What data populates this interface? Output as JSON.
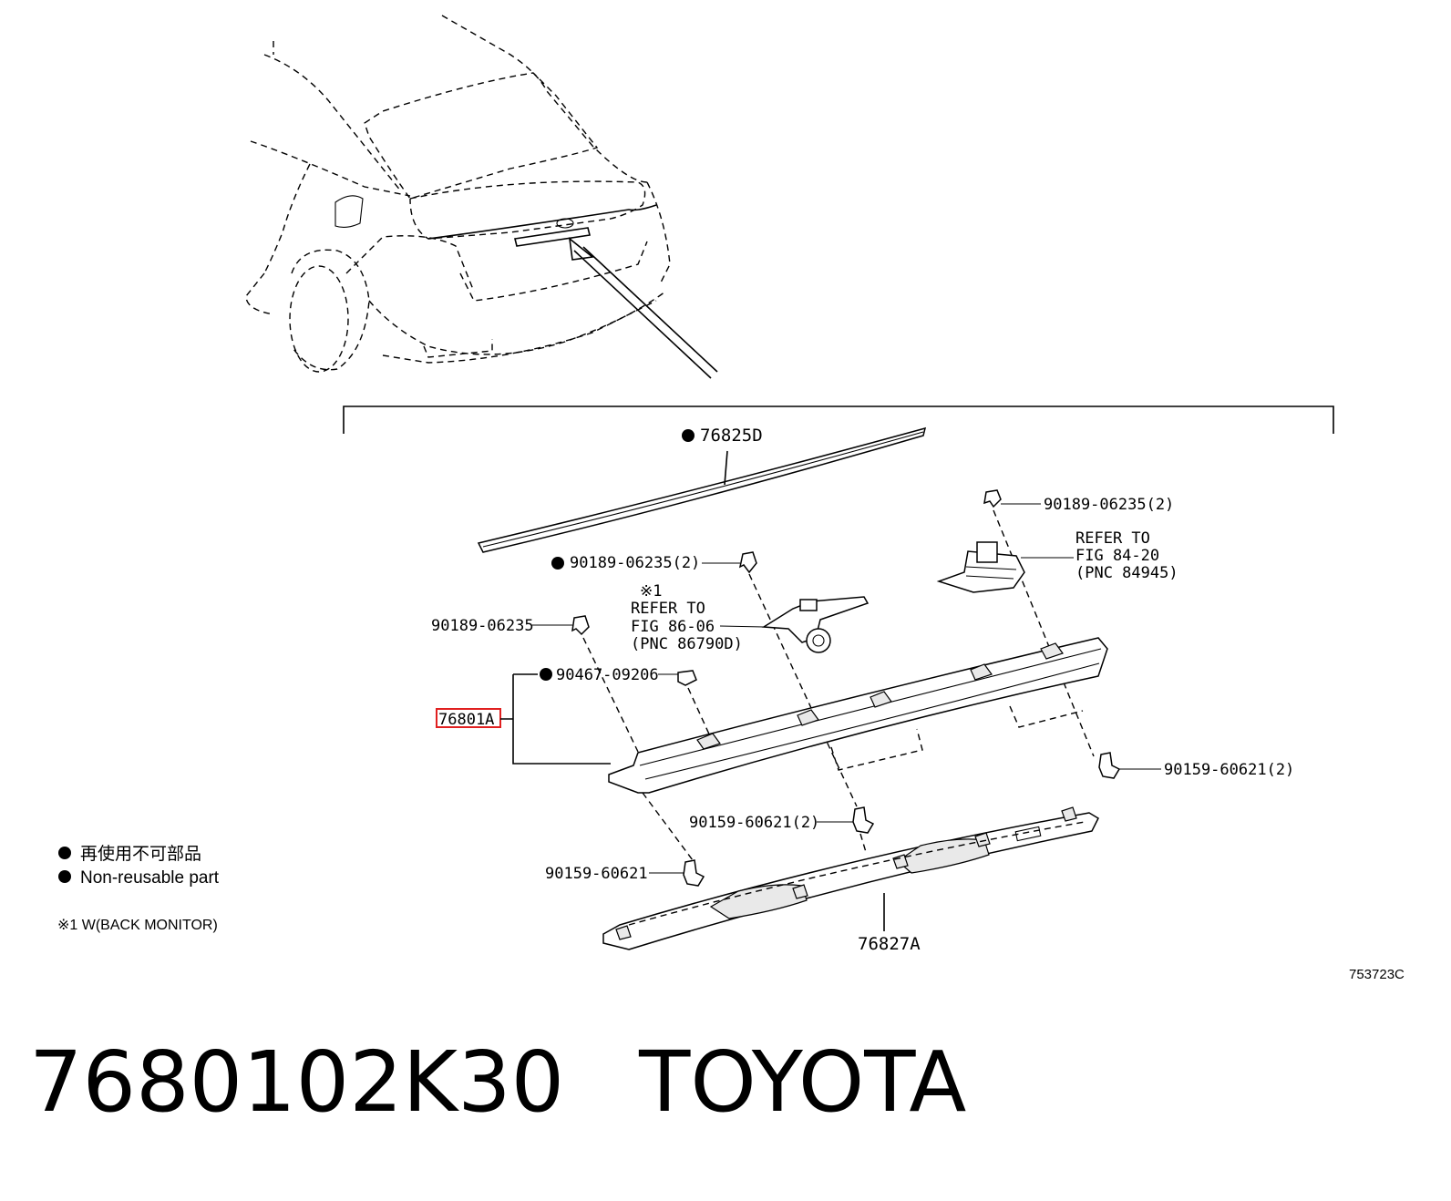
{
  "labels": {
    "retainer_top": "76825D",
    "clip_center": "90189-06235(2)",
    "clip_right": "90189-06235(2)",
    "clip_left": "90189-06235",
    "refer_sub_mark": "※1",
    "refer_left_1": "REFER TO",
    "refer_left_2": "FIG 86-06",
    "refer_left_3": "(PNC 86790D)",
    "refer_right_1": "REFER TO",
    "refer_right_2": "FIG 84-20",
    "refer_right_3": "(PNC 84945)",
    "nut_left": "90467-09206",
    "assembly": "76801A",
    "screw_right": "90159-60621(2)",
    "screw_center": "90159-60621(2)",
    "screw_left": "90159-60621",
    "lower_cover": "76827A"
  },
  "legend": {
    "jp": "再使用不可部品",
    "en": "Non-reusable part",
    "note": "※1 W(BACK MONITOR)"
  },
  "figure_id": "753723C",
  "footer": {
    "part_number": "7680102K30",
    "brand": "TOYOTA"
  },
  "colors": {
    "highlight": "#e02020",
    "line": "#000000"
  }
}
